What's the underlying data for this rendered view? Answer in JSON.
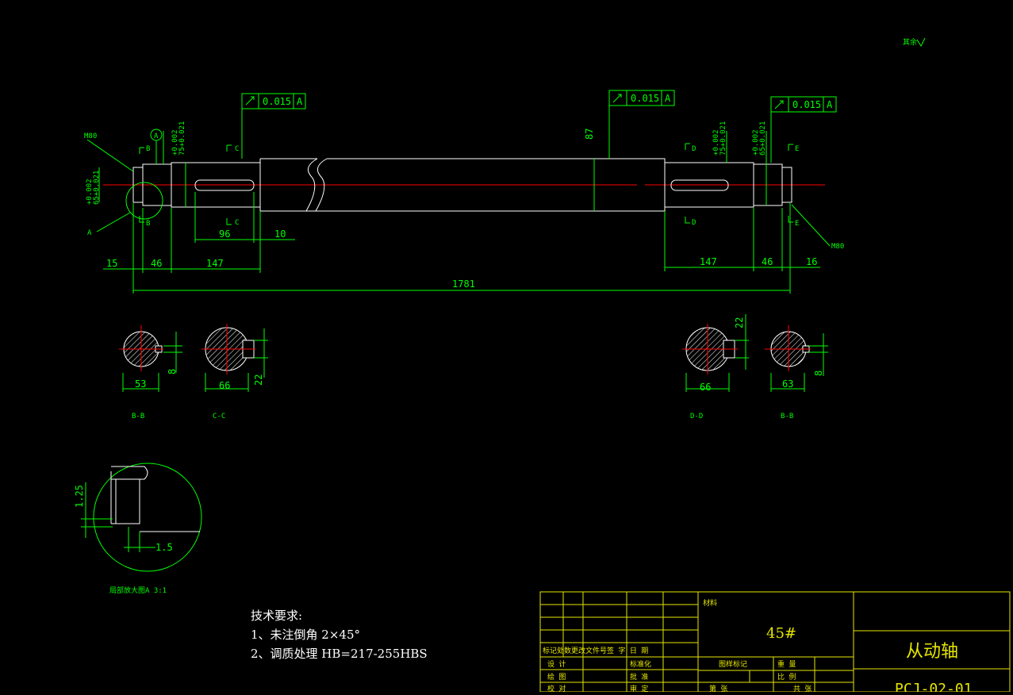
{
  "roughness_mark": "其余",
  "dims": {
    "d1781": "1781",
    "d15l": "15",
    "d46l": "46",
    "d147l": "147",
    "d96": "96",
    "d10": "10",
    "d147r": "147",
    "d46r": "46",
    "d16r": "16",
    "d87": "87",
    "d75l": "75+0.021",
    "d75l_sub": "+0.002",
    "d65l": "65+0.021",
    "d65l_sub": "+0.002",
    "d75r": "75+0.021",
    "d75r_sub": "+0.002",
    "d65r": "65+0.021",
    "d65r_sub": "+0.002",
    "m80l": "M80",
    "m80r": "M80"
  },
  "tolerance_frames": [
    {
      "value": "0.015",
      "datum": "A"
    },
    {
      "value": "0.015",
      "datum": "A"
    },
    {
      "value": "0.015",
      "datum": "A"
    }
  ],
  "section_letters": {
    "b": "B",
    "c": "C",
    "d": "D",
    "e": "E",
    "a": "A",
    "a_circle": "A"
  },
  "sections": [
    {
      "label": "B-B",
      "width": "53",
      "key": "8"
    },
    {
      "label": "C-C",
      "width": "66",
      "key": "22"
    },
    {
      "label": "D-D",
      "width": "66",
      "key": "22"
    },
    {
      "label": "B-B",
      "width": "63",
      "key": "8"
    }
  ],
  "detail": {
    "label": "局部放大图A  3:1",
    "d1": "1.25",
    "d2": "1.5"
  },
  "notes": {
    "title": "技术要求:",
    "line1": "1、未注倒角 2×45°",
    "line2": "2、调质处理 HB=217-255HBS"
  },
  "title_block": {
    "material_label": "材料",
    "material": "45#",
    "part_name": "从动轴",
    "drawing_no": "PCJ-02-01",
    "header_row": "标记处数更改文件号签  字  日  期",
    "design": "设  计",
    "standard": "标准化",
    "draw": "绘  图",
    "approve": "批  准",
    "check": "校  对",
    "review": "审  定",
    "mark": "图样标记",
    "weight": "重  量",
    "scale": "比  例",
    "sheet": "第    张",
    "total": "共    张"
  }
}
